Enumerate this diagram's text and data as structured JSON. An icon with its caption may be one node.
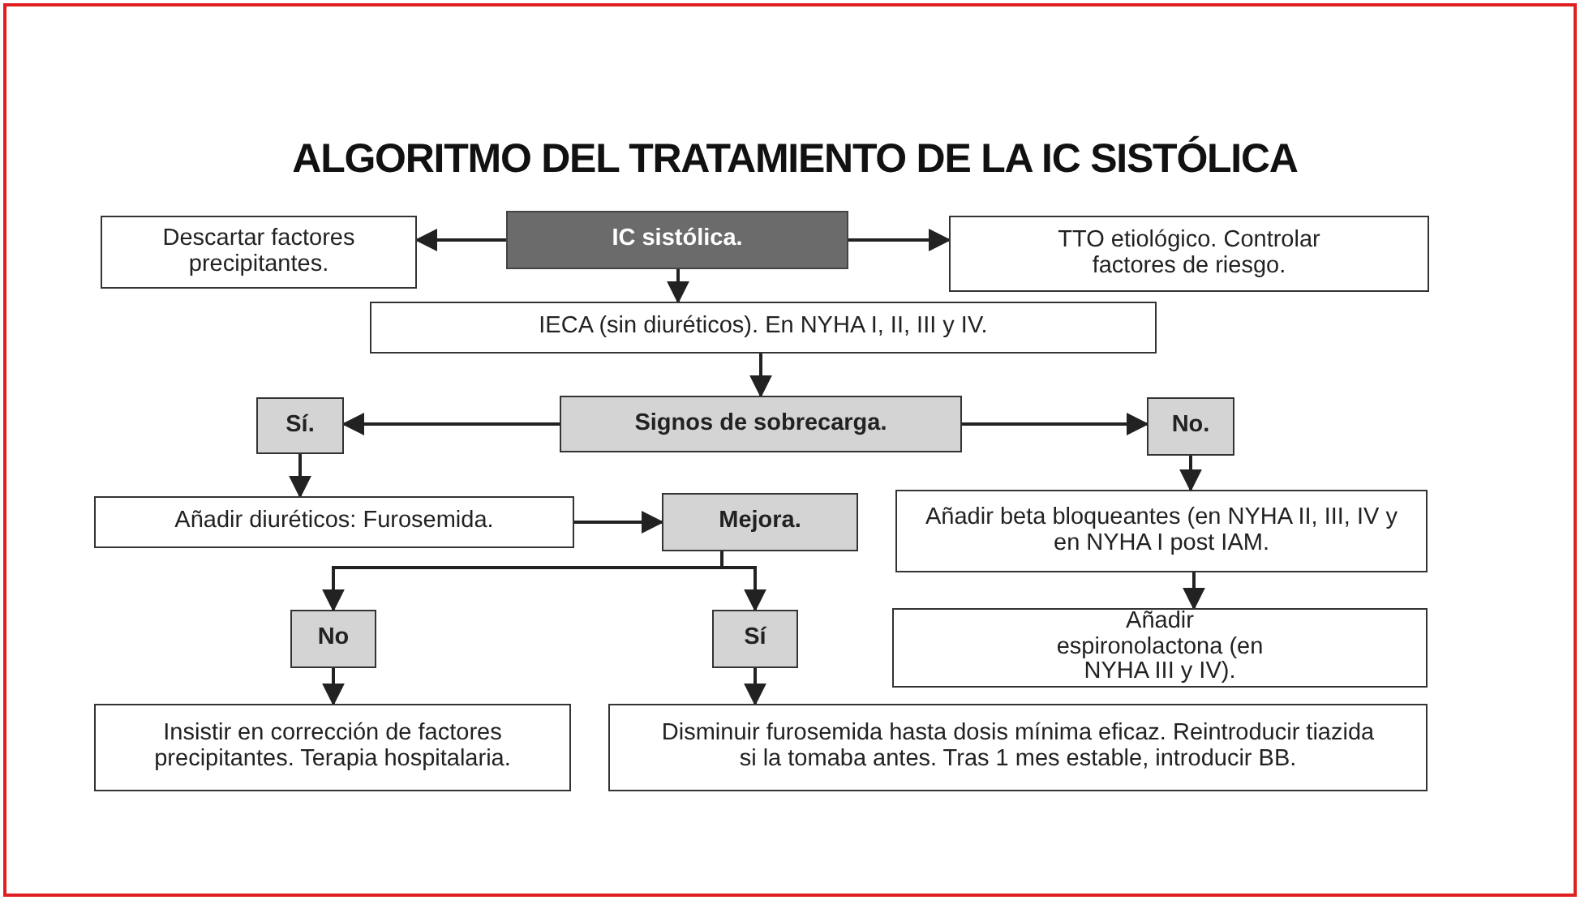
{
  "diagram": {
    "title": "ALGORITMO DEL TRATAMIENTO DE LA IC SISTÓLICA",
    "nodes": [
      {
        "text": [
          "IC sistólica."
        ]
      },
      {
        "text": [
          "Descartar factores precipitantes."
        ]
      },
      {
        "text": [
          "TTO etiológico. Controlar factores de riesgo."
        ]
      },
      {
        "text": [
          "IECA (sin diuréticos). En NYHA I, II, III y IV."
        ]
      },
      {
        "text": [
          "Signos de sobrecarga."
        ]
      },
      {
        "text": [
          "Sí."
        ]
      },
      {
        "text": [
          "No."
        ]
      },
      {
        "text": [
          "Añadir diuréticos: Furosemida."
        ]
      },
      {
        "text": [
          "Mejora."
        ]
      },
      {
        "text": [
          "Añadir beta bloqueantes (en NYHA II, III, IV y en NYHA I post IAM."
        ]
      },
      {
        "text": [
          "No"
        ]
      },
      {
        "text": [
          "Sí"
        ]
      },
      {
        "text": [
          "Añadir espironolactona (en NYHA III y IV)."
        ]
      },
      {
        "text": [
          "Insistir en corrección de factores precipitantes. Terapia hospitalaria."
        ]
      },
      {
        "text": [
          "Disminuir furosemida hasta dosis mínima eficaz. Reintroducir tiazida si la tomaba antes. Tras 1 mes estable, introducir BB."
        ]
      }
    ],
    "edges": [
      {
        "from": 0,
        "to": 1,
        "arrow": "to"
      },
      {
        "from": 0,
        "to": 2,
        "arrow": "to"
      },
      {
        "from": 0,
        "to": 3,
        "arrow": "to"
      },
      {
        "from": 3,
        "to": 4,
        "arrow": "to"
      },
      {
        "from": 4,
        "to": 5,
        "arrow": "to"
      },
      {
        "from": 4,
        "to": 6,
        "arrow": "to"
      },
      {
        "from": 5,
        "to": 7,
        "arrow": "to"
      },
      {
        "from": 6,
        "to": 9,
        "arrow": "to"
      },
      {
        "from": 7,
        "to": 8,
        "arrow": "to"
      },
      {
        "from": 8,
        "to": 10,
        "arrow": "to"
      },
      {
        "from": 8,
        "to": 11,
        "arrow": "to"
      },
      {
        "from": 9,
        "to": 12,
        "arrow": "to"
      },
      {
        "from": 10,
        "to": 13,
        "arrow": "to"
      },
      {
        "from": 11,
        "to": 14,
        "arrow": "to"
      }
    ]
  }
}
